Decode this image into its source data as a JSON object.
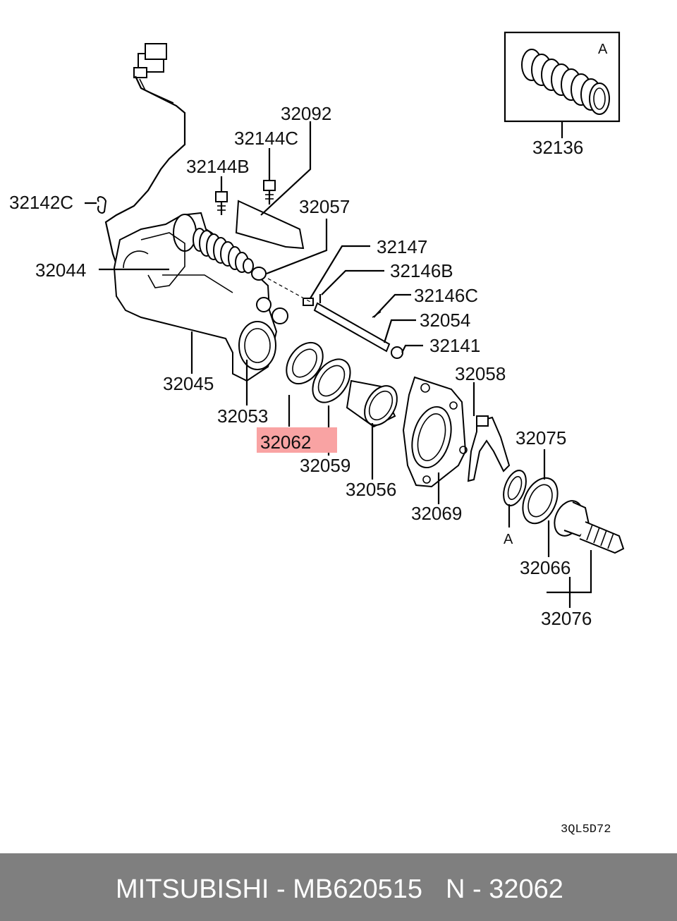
{
  "colors": {
    "highlight": "#f9a3a3",
    "footer_bg": "#7f7f7f",
    "footer_text": "#ffffff"
  },
  "diagram": {
    "labels": {
      "p32092": "32092",
      "p32144c": "32144C",
      "p32144b": "32144B",
      "p32142c": "32142C",
      "p32057": "32057",
      "p32147": "32147",
      "p32146b": "32146B",
      "p32146c": "32146C",
      "p32044": "32044",
      "p32054": "32054",
      "p32141": "32141",
      "p32058": "32058",
      "p32045": "32045",
      "p32053": "32053",
      "p32062": "32062",
      "p32059": "32059",
      "p32056": "32056",
      "p32069": "32069",
      "p32075": "32075",
      "p32066": "32066",
      "p32076": "32076",
      "p32136": "32136",
      "callout_a_box": "A",
      "callout_a_ref": "A"
    },
    "drawing_code": "3QL5D72",
    "highlighted_part": "32062"
  },
  "footer": {
    "brand_part": "MITSUBISHI - MB620515",
    "ref": "N - 32062"
  }
}
